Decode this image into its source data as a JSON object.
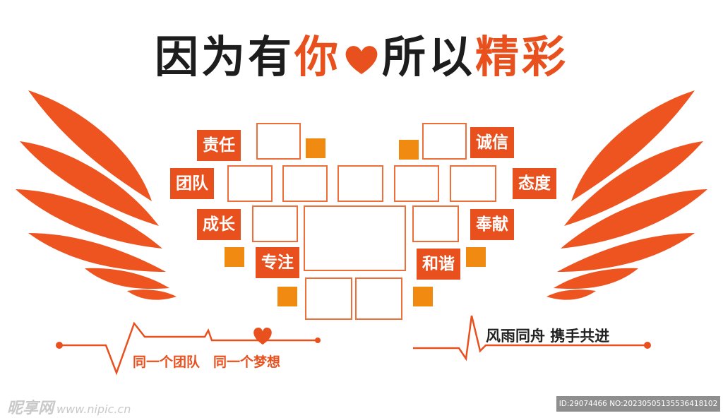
{
  "title": {
    "part1": "因为有",
    "part2": "你",
    "part3": "所以",
    "part4": "精彩"
  },
  "labels": {
    "zeren": "责任",
    "tuandui": "团队",
    "chengzhang": "成长",
    "zhuanzhu": "专注",
    "chengxin": "诚信",
    "taidu": "态度",
    "fengxian": "奉献",
    "hexie": "和谐"
  },
  "slogans": {
    "left": "同一个团队　同一个梦想",
    "right": "风雨同舟 携手共进"
  },
  "watermark": {
    "site": "昵享网",
    "url": "www.nipic.cn"
  },
  "image_id": "ID:29074466 NO:20230505135536418102",
  "colors": {
    "accent": "#e8501e",
    "square": "#f08a10",
    "dark": "#1d1d1d"
  }
}
